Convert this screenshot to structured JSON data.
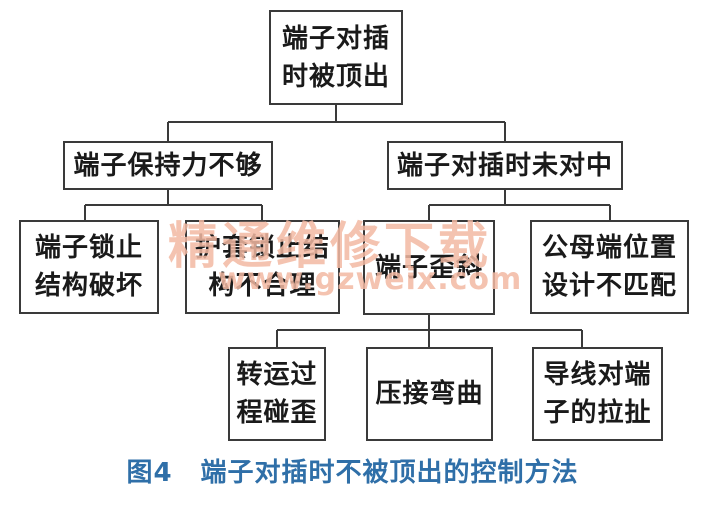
{
  "nodes": {
    "root": "端子对插\n时被顶出",
    "retention": "端子保持力不够",
    "misalign": "端子对插时未对中",
    "lock_damage": "端子锁止\n结构破坏",
    "sleeve_design": "护套锁止结\n构不合理",
    "tilt": "端子歪斜",
    "position_mismatch": "公母端位置\n设计不匹配",
    "transport": "转运过\n程碰歪",
    "crimp_bend": "压接弯曲",
    "wire_pull": "导线对端\n子的拉扯"
  },
  "watermark": {
    "cn": "精通维修下载",
    "url": "www.gzweix.com"
  },
  "caption": {
    "figure": "图4",
    "text": "端子对插时不被顶出的控制方法"
  },
  "colors": {
    "box_border": "#3a3a3a",
    "caption": "#2f6fa8",
    "watermark": "#f3b9a3"
  }
}
